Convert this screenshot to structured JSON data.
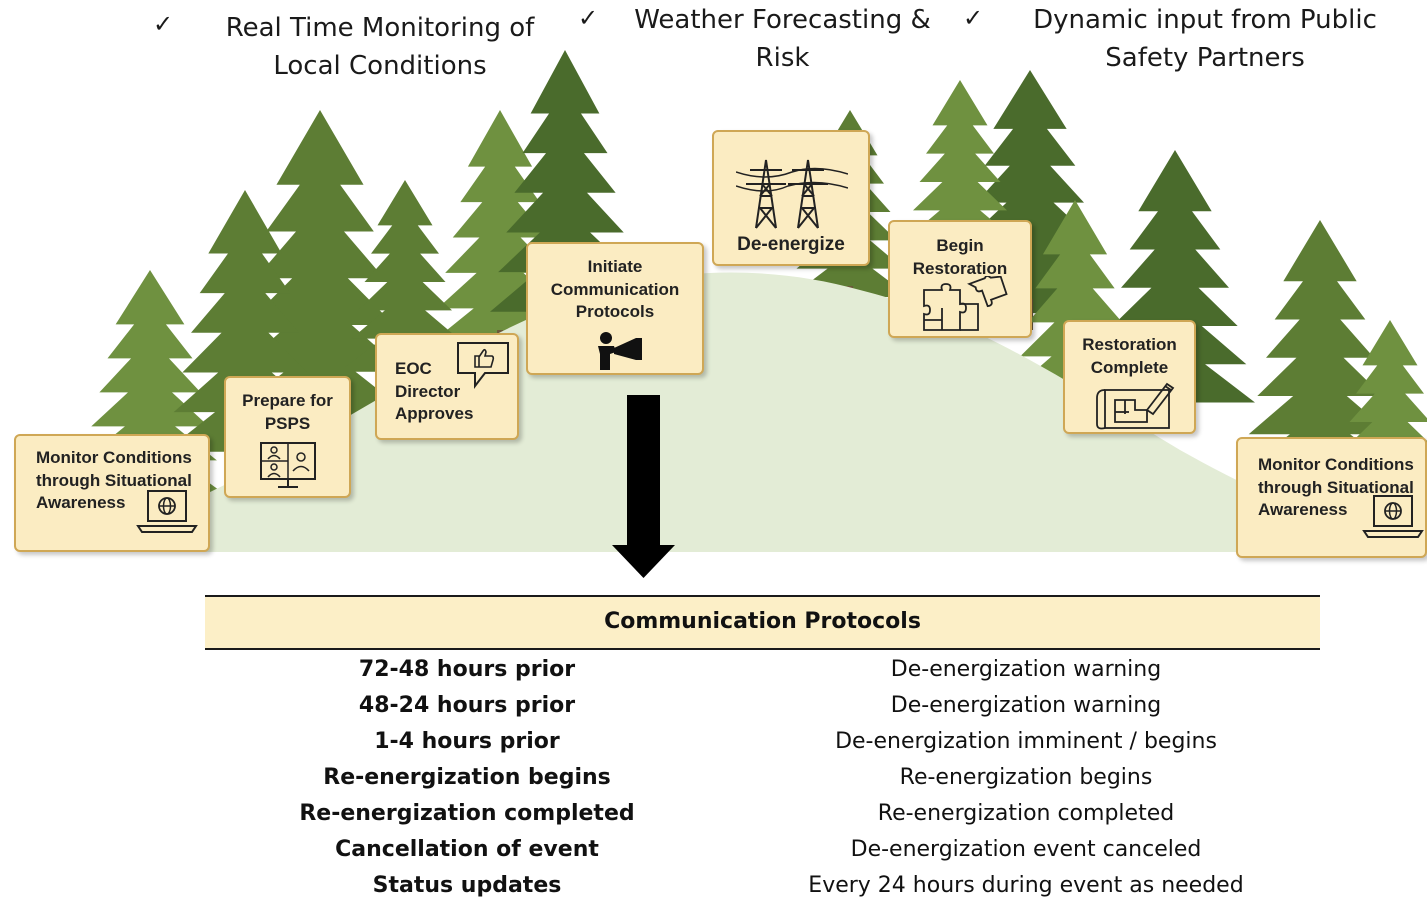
{
  "criteria": [
    {
      "check": "✓",
      "text": "Real Time Monitoring  of Local Conditions"
    },
    {
      "check": "✓",
      "text": "Weather Forecasting & Risk"
    },
    {
      "check": "✓",
      "text": "Dynamic input from Public Safety Partners"
    }
  ],
  "steps": [
    {
      "label": "Monitor Conditions through Situational Awareness",
      "icon": "laptop-globe-icon"
    },
    {
      "label": "Prepare for PSPS",
      "icon": "video-conference-icon"
    },
    {
      "label": "EOC Director Approves",
      "icon": "thumbs-up-speech-icon"
    },
    {
      "label": "Initiate Communication Protocols",
      "icon": "megaphone-person-icon"
    },
    {
      "label": "De-energize",
      "icon": "transmission-towers-icon"
    },
    {
      "label": "Begin Restoration",
      "icon": "puzzle-pieces-icon"
    },
    {
      "label": "Restoration Complete",
      "icon": "blueprint-pencil-icon"
    },
    {
      "label": "Monitor Conditions through Situational Awareness",
      "icon": "laptop-globe-icon"
    }
  ],
  "protocols": {
    "title": "Communication Protocols",
    "rows": [
      {
        "timing": "72-48 hours prior",
        "action": "De-energization warning"
      },
      {
        "timing": "48-24 hours prior",
        "action": "De-energization warning"
      },
      {
        "timing": "1-4 hours prior",
        "action": "De-energization imminent / begins"
      },
      {
        "timing": "Re-energization begins",
        "action": "Re-energization begins"
      },
      {
        "timing": "Re-energization completed",
        "action": "Re-energization completed"
      },
      {
        "timing": "Cancellation of event",
        "action": "De-energization event canceled"
      },
      {
        "timing": "Status updates",
        "action": "Every 24  hours during event as needed"
      }
    ]
  },
  "colors": {
    "tree_dark": "#4a6b2c",
    "tree_mid": "#5d7d34",
    "tree_light": "#6f9140",
    "hill": "#e3ecd6",
    "box_fill": "#fbecc2",
    "box_border": "#cfa755",
    "arrow": "#000000"
  }
}
